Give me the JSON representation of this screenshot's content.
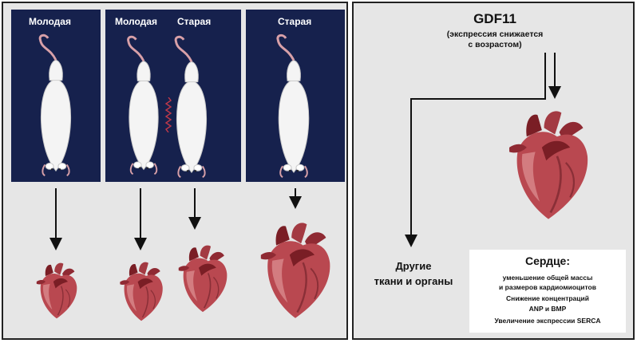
{
  "left": {
    "labels": {
      "young": "Молодая",
      "pair_young": "Молодая",
      "pair_old": "Старая",
      "old": "Старая"
    }
  },
  "right": {
    "gdf": {
      "title": "GDF11",
      "sub1": "(экспрессия снижается",
      "sub2": "с возрастом)"
    },
    "other": {
      "line1": "Другие",
      "line2": "ткани и органы"
    },
    "heart_box": {
      "title": "Сердце:",
      "line1": "уменьшение общей массы",
      "line2": "и размеров кардиомиоцитов",
      "line3": "Снижение концентраций",
      "line4": "ANP и BMP",
      "line5": "Увеличение экспрессии SERCA"
    }
  },
  "colors": {
    "box_navy": "#16214d",
    "panel_gray": "#e6e6e6",
    "heart_red": "#b94850",
    "heart_dark": "#7a1e25",
    "heart_light": "#d98a8c"
  }
}
